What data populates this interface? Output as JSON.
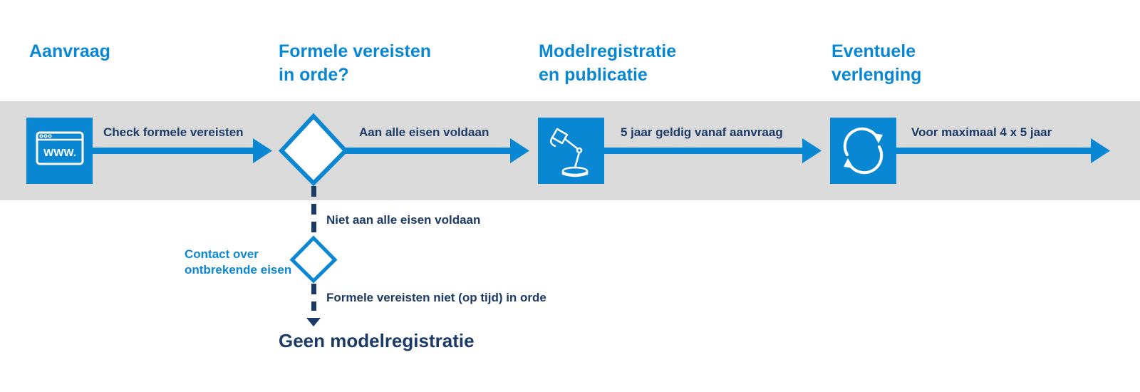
{
  "colors": {
    "primary": "#0a87d2",
    "dark": "#1b3a66",
    "band": "#dadada"
  },
  "headings": {
    "aanvraag": [
      "Aanvraag"
    ],
    "formele": [
      "Formele vereisten",
      "in orde?"
    ],
    "model": [
      "Modelregistratie",
      "en publicatie"
    ],
    "verlenging": [
      "Eventuele",
      "verlenging"
    ]
  },
  "icons": {
    "step1": "www-browser-icon",
    "decision": "decision-diamond-icon",
    "step3": "desk-lamp-icon",
    "step4": "renew-cycle-icon"
  },
  "arrows": {
    "a1": "Check formele vereisten",
    "a2": "Aan alle eisen voldaan",
    "a3": "5 jaar geldig vanaf aanvraag",
    "a4": "Voor maximaal 4 x 5 jaar"
  },
  "branch": {
    "not_met": "Niet aan alle eisen voldaan",
    "contact": [
      "Contact over",
      "ontbrekende eisen"
    ],
    "not_in_order": "Formele vereisten niet (op tijd) in orde",
    "outcome": "Geen modelregistratie"
  }
}
